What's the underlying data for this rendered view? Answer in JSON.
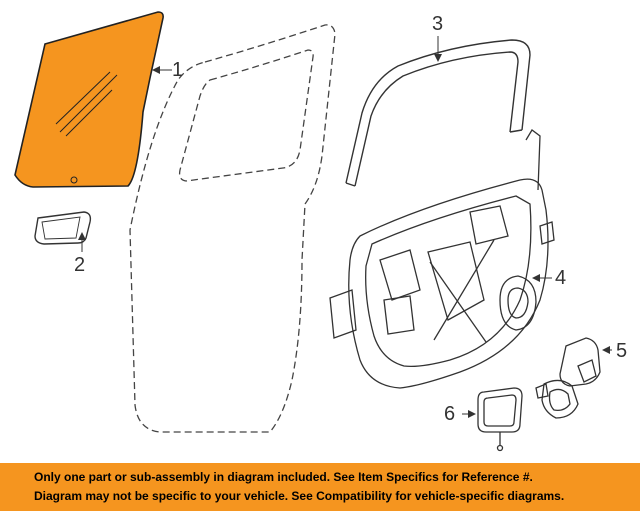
{
  "diagram": {
    "callouts": {
      "c1": "1",
      "c2": "2",
      "c3": "3",
      "c4": "4",
      "c5": "5",
      "c6": "6"
    },
    "colors": {
      "highlight": "#f5951f",
      "line": "#333333",
      "background": "#ffffff"
    }
  },
  "footer": {
    "line1": "Only one part or sub-assembly in diagram included. See Item Specifics for Reference #.",
    "line2": "Diagram may not be specific to your vehicle. See Compatibility for vehicle-specific diagrams."
  }
}
